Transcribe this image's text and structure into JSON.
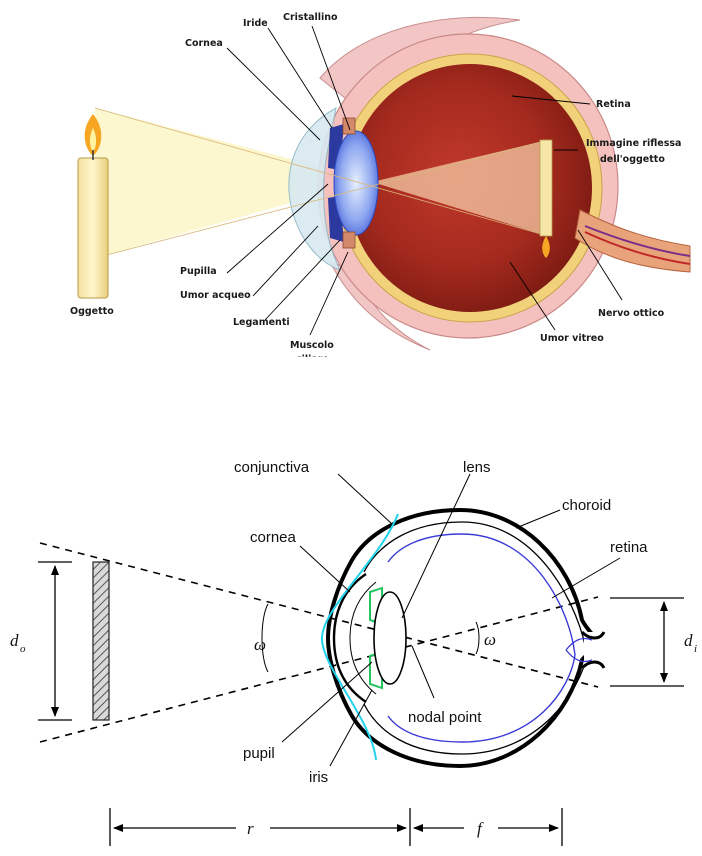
{
  "top_diagram": {
    "labels": {
      "cornea": "Cornea",
      "iride": "Iride",
      "cristallino": "Cristallino",
      "retina": "Retina",
      "immagine_line1": "Immagine riflessa",
      "immagine_line2": "dell'oggetto",
      "pupilla": "Pupilla",
      "umor_acqueo": "Umor acqueo",
      "legamenti": "Legamenti",
      "muscolo_line1": "Muscolo",
      "muscolo_line2": "ciliare",
      "oggetto": "Oggetto",
      "umor_vitreo": "Umor vitreo",
      "nervo_ottico": "Nervo ottico"
    }
  },
  "bottom_diagram": {
    "labels": {
      "conjunctiva": "conjunctiva",
      "lens": "lens",
      "choroid": "choroid",
      "cornea": "cornea",
      "retina": "retina",
      "omega_left": "ω",
      "omega_right": "ω",
      "d_object": "d",
      "d_object_sub": "o",
      "d_image": "d",
      "d_image_sub": "i",
      "nodal_point": "nodal point",
      "pupil": "pupil",
      "iris": "iris",
      "r": "r",
      "f": "f"
    },
    "colors": {
      "conjunctiva": "#22d3ee",
      "retina": "#3b3bd6",
      "iris": "#22c55e"
    }
  }
}
